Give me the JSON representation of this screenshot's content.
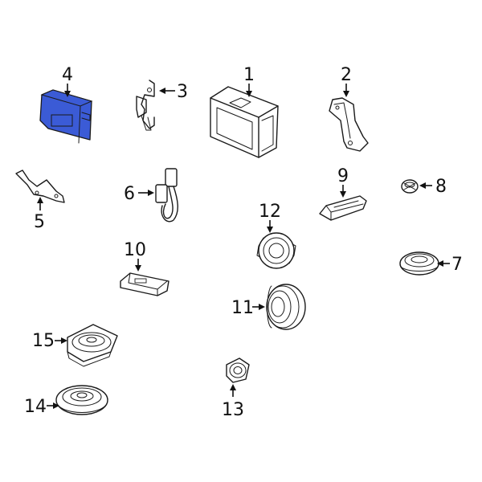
{
  "callouts": {
    "p1": "1",
    "p2": "2",
    "p3": "3",
    "p4": "4",
    "p5": "5",
    "p6": "6",
    "p7": "7",
    "p8": "8",
    "p9": "9",
    "p10": "10",
    "p11": "11",
    "p12": "12",
    "p13": "13",
    "p14": "14",
    "p15": "15"
  },
  "highlight_color": "#3b5bd6"
}
